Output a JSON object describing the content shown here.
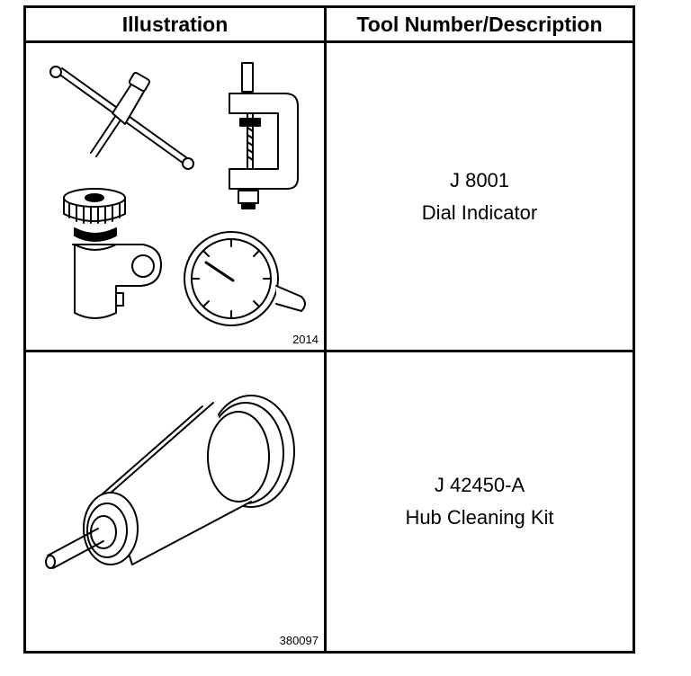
{
  "table": {
    "header": {
      "illustration": "Illustration",
      "tool": "Tool Number/Description"
    },
    "rows": [
      {
        "illustration_id": "2014",
        "tool_number": "J 8001",
        "description": "Dial Indicator"
      },
      {
        "illustration_id": "380097",
        "tool_number": "J 42450-A",
        "description": "Hub Cleaning Kit"
      }
    ]
  }
}
